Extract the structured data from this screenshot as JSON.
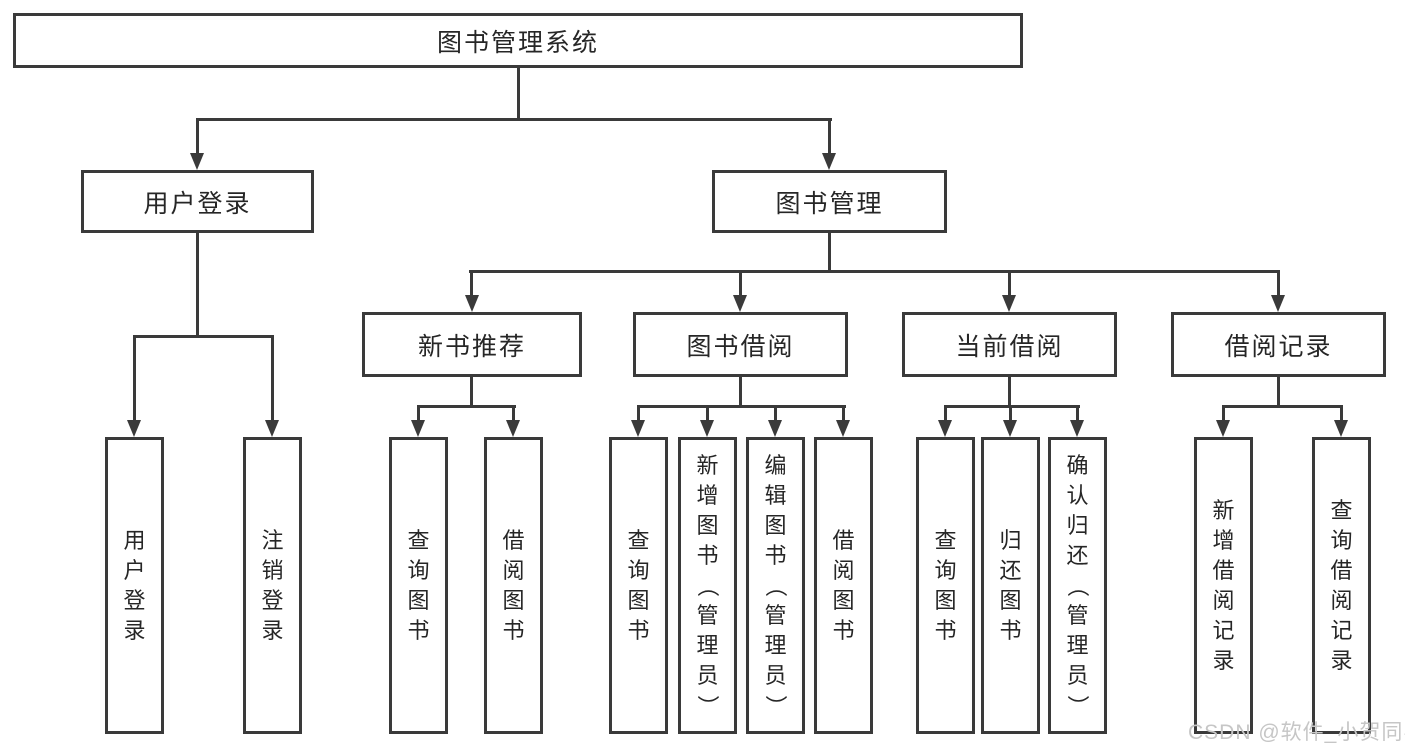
{
  "colors": {
    "line": "#3a3a3a",
    "text": "#262626",
    "background": "#ffffff",
    "watermark": "#c6c6c6"
  },
  "watermark": {
    "text": "CSDN @软件_小贺同学"
  },
  "tree": {
    "label": "图书管理系统",
    "children": [
      {
        "label": "用户登录",
        "children": [
          {
            "label": "用户登录"
          },
          {
            "label": "注销登录"
          }
        ]
      },
      {
        "label": "图书管理",
        "children": [
          {
            "label": "新书推荐",
            "children": [
              {
                "label": "查询图书"
              },
              {
                "label": "借阅图书"
              }
            ]
          },
          {
            "label": "图书借阅",
            "children": [
              {
                "label": "查询图书"
              },
              {
                "label": "新增图书（管理员）"
              },
              {
                "label": "编辑图书（管理员）"
              },
              {
                "label": "借阅图书"
              }
            ]
          },
          {
            "label": "当前借阅",
            "children": [
              {
                "label": "查询图书"
              },
              {
                "label": "归还图书"
              },
              {
                "label": "确认归还（管理员）"
              }
            ]
          },
          {
            "label": "借阅记录",
            "children": [
              {
                "label": "新增借阅记录"
              },
              {
                "label": "查询借阅记录"
              }
            ]
          }
        ]
      }
    ]
  }
}
